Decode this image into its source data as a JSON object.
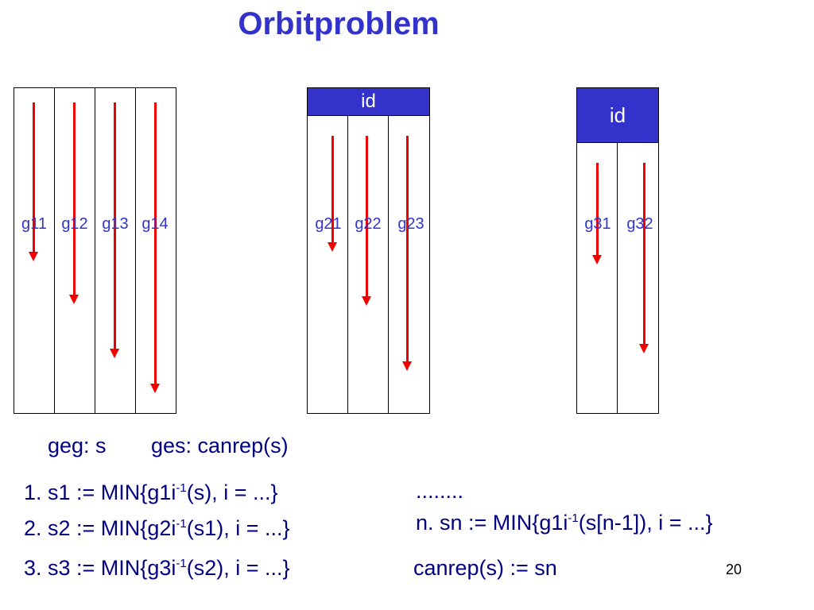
{
  "title": "Orbitproblem",
  "diagram": {
    "panel1": {
      "labels": [
        "g11",
        "g12",
        "g13",
        "g14"
      ]
    },
    "panel2": {
      "header": "id",
      "labels": [
        "g21",
        "g22",
        "g23"
      ]
    },
    "panel3": {
      "header": "id",
      "labels": [
        "g31",
        "g32"
      ]
    }
  },
  "text": {
    "given": "geg: s",
    "sought": "ges: canrep(s)",
    "step1": {
      "pre": "1. s1 := MIN{g1i",
      "sup": "-1",
      "post": "(s), i = ...}"
    },
    "step2": {
      "pre": "2. s2 := MIN{g2i",
      "sup": "-1",
      "post": "(s1), i = ...}"
    },
    "step3": {
      "pre": "3. s3 := MIN{g3i",
      "sup": "-1",
      "post": "(s2), i = ...}"
    },
    "dots": "........",
    "stepn": {
      "pre": "n. sn := MIN{g1i",
      "sup": "-1",
      "post": "(s[n-1]), i = ...}"
    },
    "result": "canrep(s) := sn"
  },
  "page_number": "20",
  "colors": {
    "accent_blue": "#3333cc",
    "arrow_red": "#ee0000",
    "text_navy": "#000080"
  }
}
